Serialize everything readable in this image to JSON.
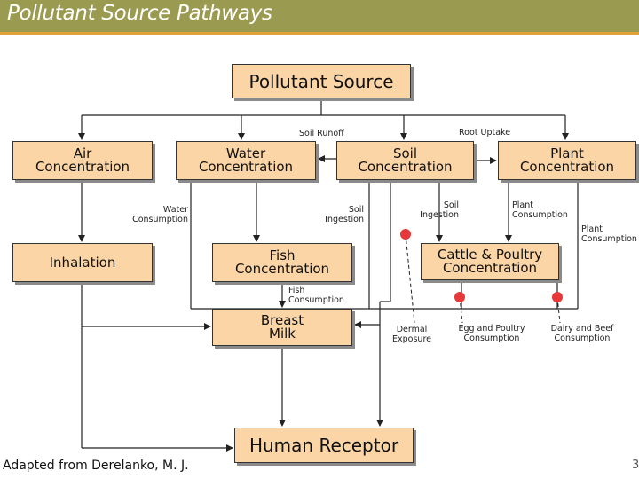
{
  "header": {
    "title": "Pollutant Source Pathways"
  },
  "boxes": {
    "source": "Pollutant Source",
    "air": [
      "Air",
      "Concentration"
    ],
    "water": [
      "Water",
      "Concentration"
    ],
    "soil": [
      "Soil",
      "Concentration"
    ],
    "plant": [
      "Plant",
      "Concentration"
    ],
    "inhalation": "Inhalation",
    "fish": [
      "Fish",
      "Concentration"
    ],
    "cattle": [
      "Cattle & Poultry",
      "Concentration"
    ],
    "breast_milk": [
      "Breast",
      "Milk"
    ],
    "human": "Human Receptor"
  },
  "labels": {
    "soil_runoff": "Soil Runoff",
    "root_uptake": "Root Uptake",
    "water_consumption": [
      "Water",
      "Consumption"
    ],
    "soil_ingestion_1": [
      "Soil",
      "Ingestion"
    ],
    "soil_ingestion_2": [
      "Soil",
      "Ingestion"
    ],
    "plant_consumption_1": [
      "Plant",
      "Consumption"
    ],
    "plant_consumption_2": [
      "Plant",
      "Consumption"
    ],
    "fish_consumption": [
      "Fish",
      "Consumption"
    ],
    "dermal_exposure": [
      "Dermal",
      "Exposure"
    ],
    "egg_poultry": [
      "Egg and Poultry",
      "Consumption"
    ],
    "dairy_beef": [
      "Dairy and Beef",
      "Consumption"
    ]
  },
  "footer": {
    "credit": "Adapted from Derelanko, M. J.",
    "page": "3"
  },
  "colors": {
    "title_bar": "#9a9a50",
    "title_rule": "#e1a23c",
    "box_fill": "#fbd5a5",
    "marker": "#e8383a"
  }
}
